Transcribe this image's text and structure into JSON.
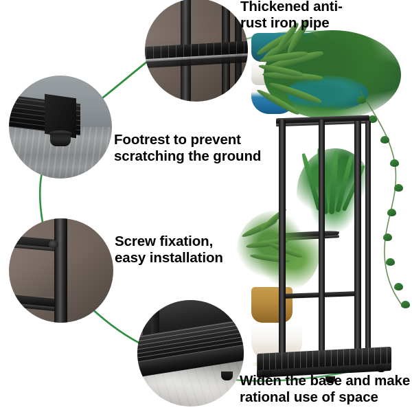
{
  "page": {
    "kind": "product-feature-infographic",
    "subject": "Multi-tier black metal plant stand",
    "background_color": "#ffffff",
    "accent_color": "#2f8f3f",
    "text_color": "#000000"
  },
  "callouts": [
    {
      "id": "pipe",
      "label": "Thickened anti-rust iron pipe",
      "label_line_1": "Thickened anti-",
      "label_line_2": "rust iron pipe",
      "photo_name": "iron-pipe-closeup",
      "photo_description": "Close-up of black slatted metal shelf and thick vertical iron pipes against a warm brown-gray wall",
      "background_color": "#6d6159"
    },
    {
      "id": "footrest",
      "label": "Footrest to prevent scratching the ground",
      "label_line_1": "Footrest to prevent",
      "label_line_2": "scratching the ground",
      "photo_name": "footrest-closeup",
      "photo_description": "Black metal base rail with a rubber foot pad resting on a gray wood-plank floor",
      "background_color": "#8d9396"
    },
    {
      "id": "screw",
      "label": "Screw fixation, easy installation",
      "label_line_1": "Screw fixation,",
      "label_line_2": "easy installation",
      "photo_name": "screw-fixation-closeup",
      "photo_description": "Close-up of a shelf joint screwed to the vertical black post against a brown-gray wall",
      "background_color": "#6f635b"
    },
    {
      "id": "base",
      "label": "Widen the base and make rational use of space",
      "label_line_1": "Widen the base and make",
      "label_line_2": "rational use of space",
      "photo_name": "widened-base-closeup",
      "photo_description": "Wide black slatted bottom deck of the plant stand on a light marble floor",
      "background_color": "#4a4a4a"
    }
  ],
  "product": {
    "name": "tiered-plant-stand-photo",
    "description": "Black metal multi-tier plant stand holding several potted green plants",
    "frame_color": "#1a1a1a",
    "pots": [
      {
        "name": "teal-planter",
        "color": "#2c8a93",
        "tier": "top"
      },
      {
        "name": "white-planter-mid",
        "color": "#fdfdfb",
        "tier": "second"
      },
      {
        "name": "blue-white-planter",
        "color": "#2d7fb0",
        "tier": "third"
      },
      {
        "name": "gold-planter",
        "color": "#c89d4e",
        "tier": "base"
      },
      {
        "name": "white-planter-base",
        "color": "#f6f5f1",
        "tier": "base"
      }
    ]
  },
  "connectors": {
    "name": "green-connector-arcs",
    "color": "#2f8f3f",
    "count": 4
  }
}
